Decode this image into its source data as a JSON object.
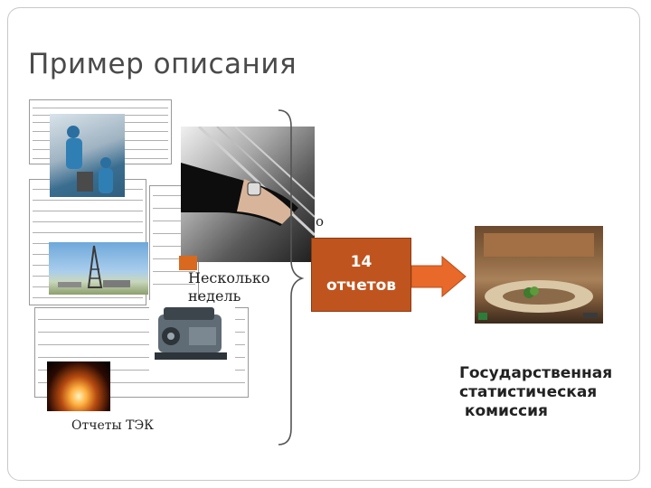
{
  "slide": {
    "title": "Пример описания",
    "left_caption": "Отчеты ТЭК",
    "middle_caption_line1": "Несколько",
    "middle_caption_line2": "недель",
    "partial_label": "о",
    "box_line1": "14",
    "box_line2": "отчетов",
    "right_line1": "Государственная",
    "right_line2": "статистическая",
    "right_line3": " комиссия"
  },
  "colors": {
    "box": "#c0541f",
    "arrow": "#e8692a",
    "brace": "#555555"
  },
  "icons": [
    "hand-watch-photo",
    "workers-photo",
    "oil-rig-photo",
    "engine-photo",
    "fire-photo",
    "meeting-photo"
  ]
}
